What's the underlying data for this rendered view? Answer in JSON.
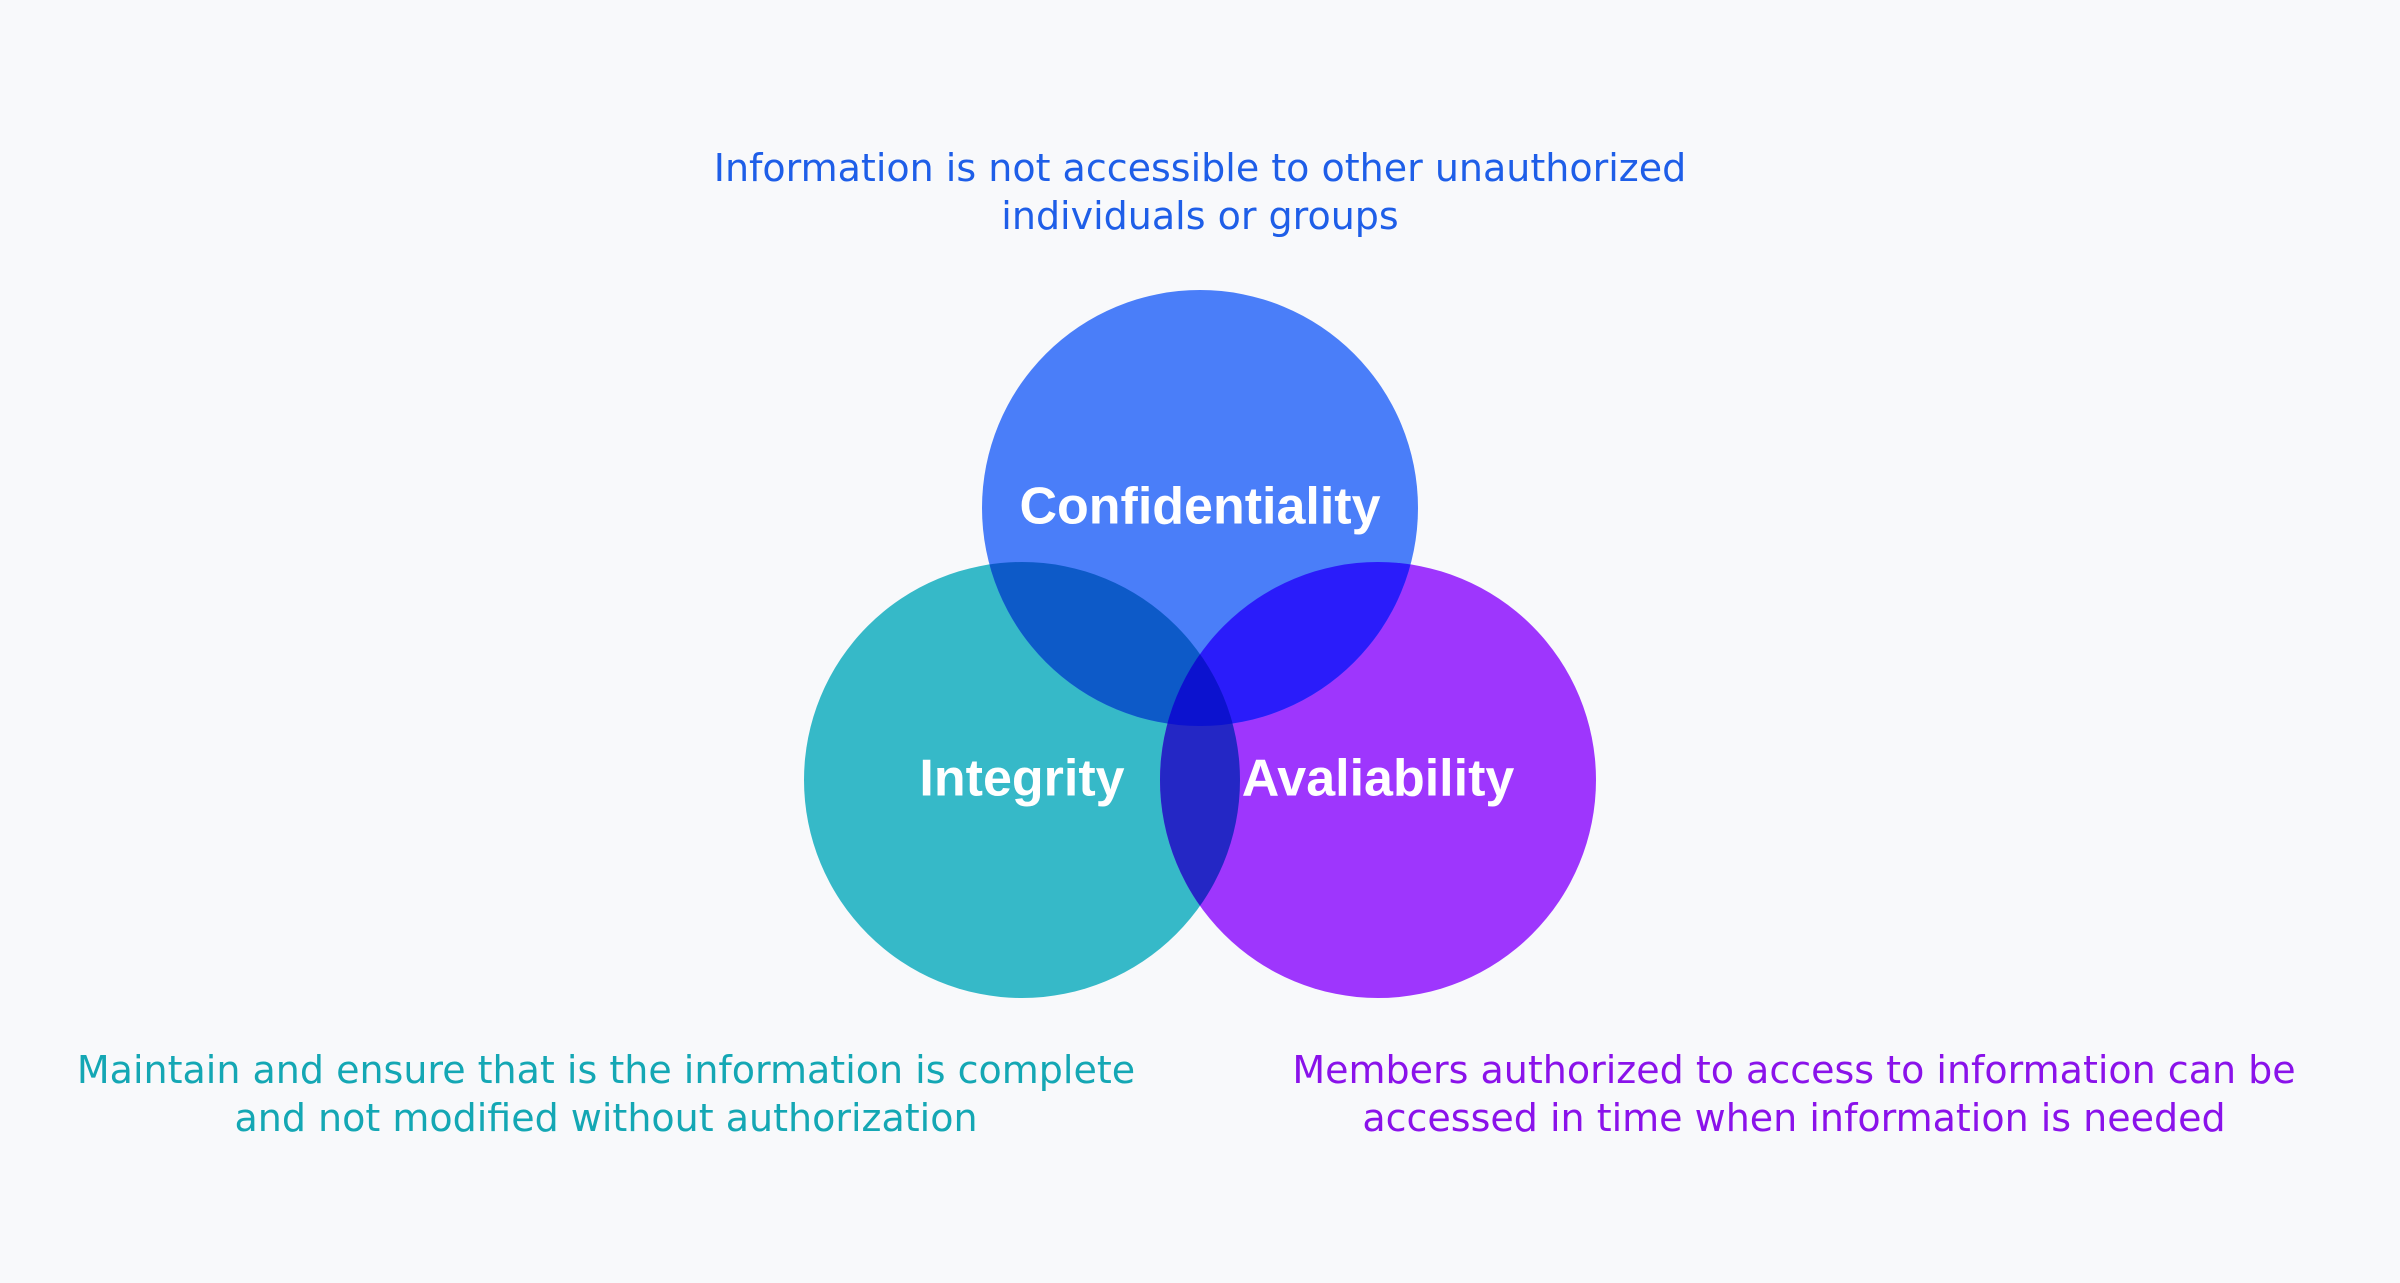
{
  "colors": {
    "background": "#f8f9fb",
    "confidentiality": "#4a7ef9",
    "integrity": "#36b9c8",
    "availability": "#9e36fd",
    "overlap_conf_integrity": "#0d5ac8",
    "overlap_conf_availability": "#2a1cfa",
    "overlap_integrity_availability": "#2427c5",
    "overlap_all": "#0c12cf"
  },
  "circles": {
    "confidentiality": {
      "label": "Confidentiality"
    },
    "integrity": {
      "label": "Integrity"
    },
    "availability": {
      "label": "Avaliability"
    }
  },
  "descriptions": {
    "confidentiality": {
      "line1": "Information is not accessible to other unauthorized",
      "line2": "individuals or groups"
    },
    "integrity": {
      "line1": "Maintain and ensure that is the information is complete",
      "line2": "and not modified without authorization"
    },
    "availability": {
      "line1": "Members authorized to access to information can be",
      "line2": "accessed in time when information is needed"
    }
  }
}
